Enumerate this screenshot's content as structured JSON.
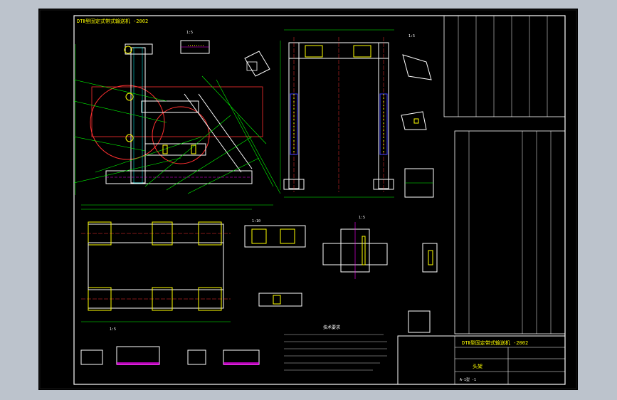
{
  "drawing": {
    "header_note": "DTⅡ型固定式带式输送机 -2002",
    "sheet_title": "DTⅡ型固定带式输送机 -2002",
    "part_name": "头架",
    "part_code": "A-1型 -1",
    "scale_1_5": "1:5",
    "scale_1_10": "1:10",
    "tech_requirements": "技术要求"
  },
  "colors": {
    "outline": "#ffffff",
    "hidden": "#ff00ff",
    "center": "#ff3030",
    "dimension": "#00ff00",
    "fill": "#ffff00",
    "section": "#00ffff",
    "background": "#000000"
  }
}
